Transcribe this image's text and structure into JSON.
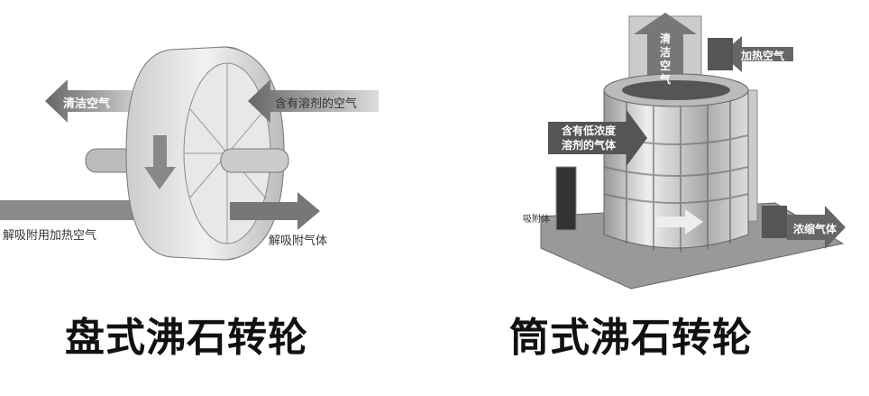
{
  "left": {
    "title": "盘式沸石转轮",
    "labels": {
      "clean_air": "清洁空气",
      "solvent_air": "含有溶剂的空气",
      "desorb_heated_air": "解吸附用加热空气",
      "desorb_gas": "解吸附气体"
    }
  },
  "right": {
    "title": "筒式沸石转轮",
    "labels": {
      "clean_air": "清洁空气",
      "heated_air": "加热空气",
      "low_conc_line1": "含有低浓度",
      "low_conc_line2": "溶剂的气体",
      "adsorbent": "吸附体",
      "concentrated_gas": "浓缩气体"
    }
  }
}
